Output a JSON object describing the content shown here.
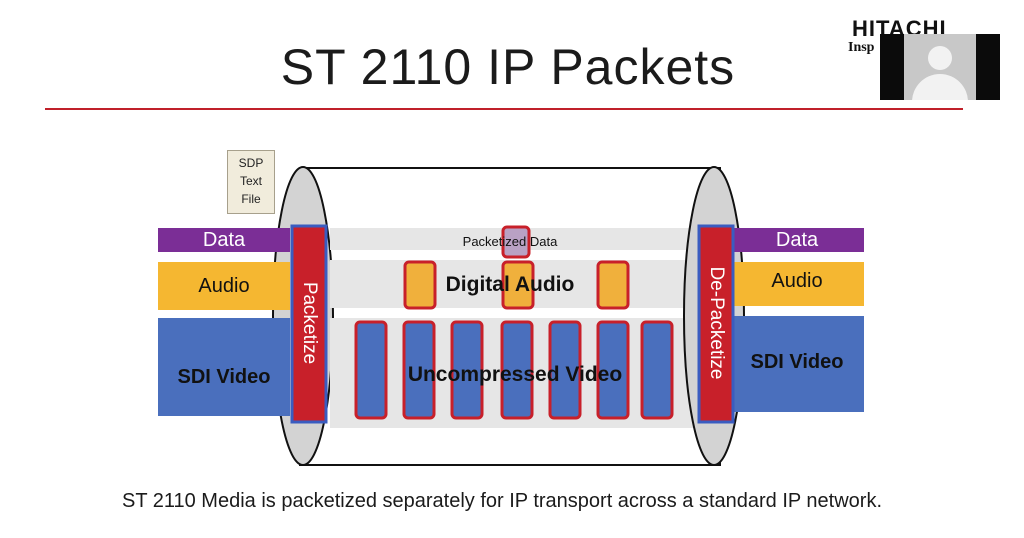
{
  "slide": {
    "title": "ST 2110  IP Packets",
    "caption": "ST 2110 Media is packetized separately for IP transport across a standard IP network."
  },
  "logo": {
    "brand": "HITACHI",
    "sub": "Insp"
  },
  "sdp_file": {
    "lines": [
      "SDP",
      "Text",
      "File"
    ]
  },
  "left_inputs": {
    "data": "Data",
    "audio": "Audio",
    "video": "SDI Video"
  },
  "right_outputs": {
    "data": "Data",
    "audio": "Audio",
    "video": "SDI Video"
  },
  "stages": {
    "packetize": "Packetize",
    "depacketize": "De-Packetize"
  },
  "streams": {
    "data": "Packetized Data",
    "audio": "Digital Audio",
    "video": "Uncompressed Video"
  },
  "colors": {
    "data": "#7b2e96",
    "audio": "#f5b731",
    "video": "#4a6fbd",
    "packet_border": "#c8202a",
    "stage": "#c8202a",
    "accent_rule": "#c0202a"
  }
}
